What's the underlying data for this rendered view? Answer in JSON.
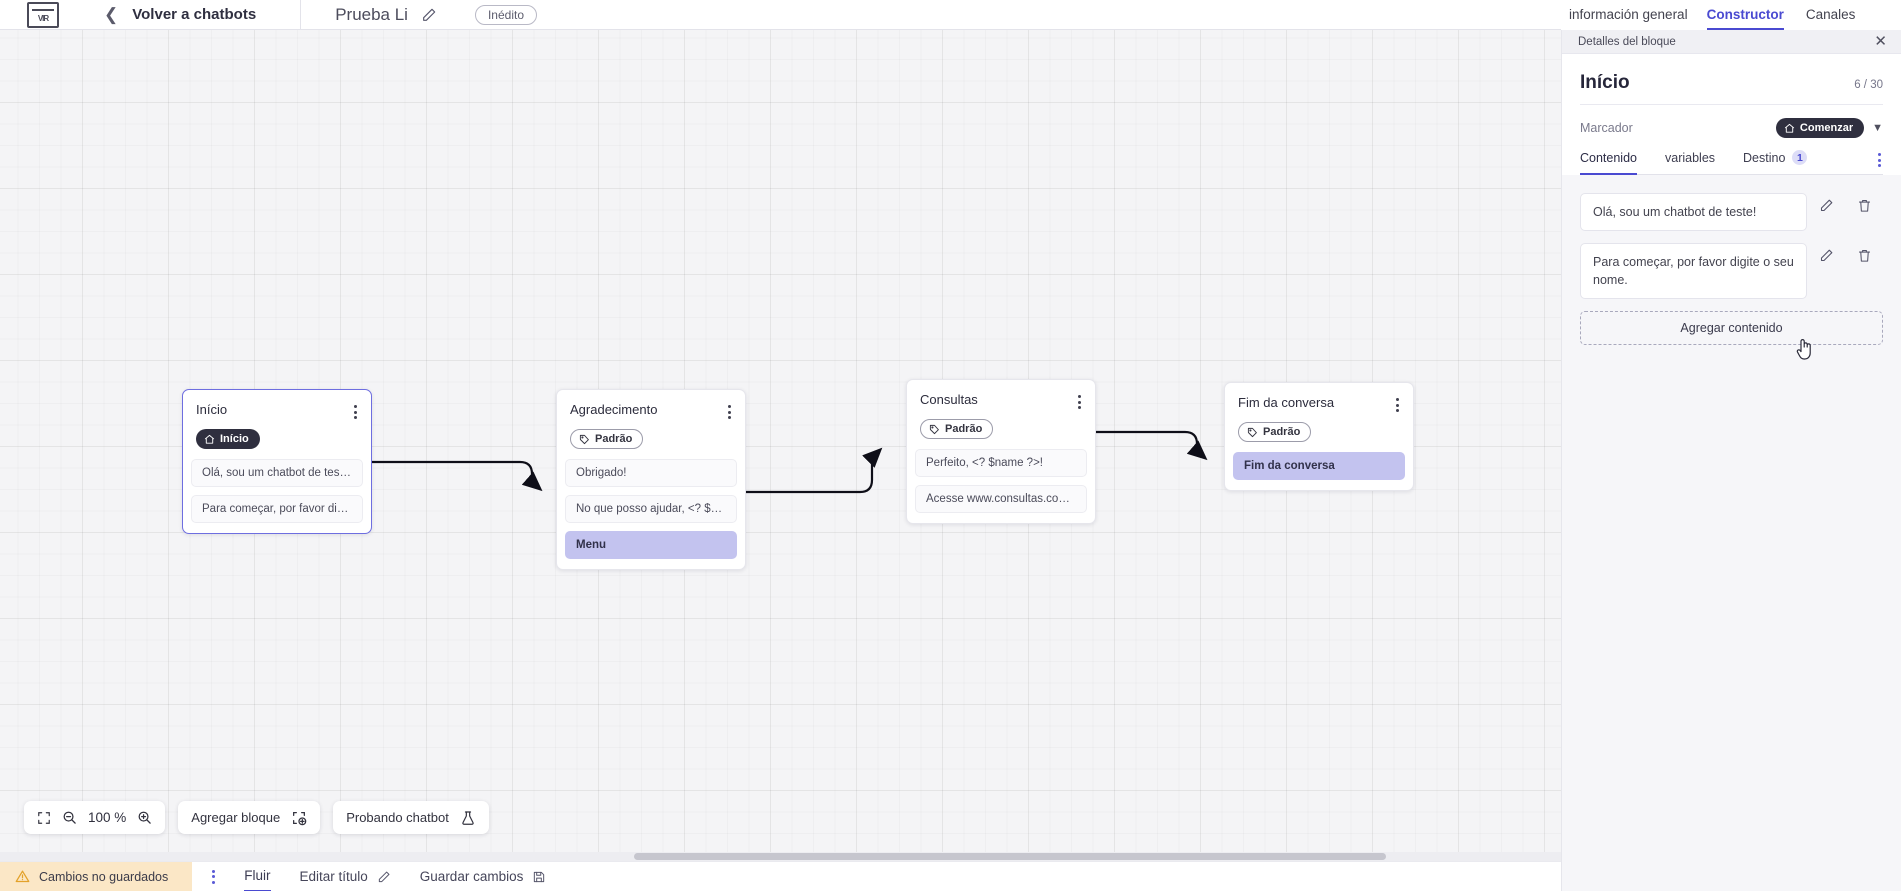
{
  "topbar": {
    "logo_name": "vir-logo",
    "back_label": "Volver a chatbots",
    "bot_name": "Prueba Li",
    "status_badge": "Inédito"
  },
  "right_tabs": [
    {
      "label": "información general",
      "active": false
    },
    {
      "label": "Constructor",
      "active": true
    },
    {
      "label": "Canales",
      "active": false
    }
  ],
  "canvas": {
    "zoom_level": "100 %",
    "add_block_label": "Agregar bloque",
    "test_chatbot_label": "Probando chatbot",
    "nodes": [
      {
        "title": "Início",
        "tag": "Início",
        "tag_type": "start",
        "selected": true,
        "messages": [
          {
            "text": "Olá, sou um chatbot de teste!",
            "highlight": false
          },
          {
            "text": "Para começar, por favor digite o ...",
            "highlight": false
          }
        ]
      },
      {
        "title": "Agradecimento",
        "tag": "Padrão",
        "tag_type": "default",
        "selected": false,
        "messages": [
          {
            "text": "Obrigado!",
            "highlight": false
          },
          {
            "text": "No que posso ajudar, <? $name ...",
            "highlight": false
          },
          {
            "text": "Menu",
            "highlight": true
          }
        ]
      },
      {
        "title": "Consultas",
        "tag": "Padrão",
        "tag_type": "default",
        "selected": false,
        "messages": [
          {
            "text": "Perfeito, <? $name ?>!",
            "highlight": false
          },
          {
            "text": "Acesse www.consultas.com par...",
            "highlight": false
          }
        ]
      },
      {
        "title": "Fim da conversa",
        "tag": "Padrão",
        "tag_type": "default",
        "selected": false,
        "messages": [
          {
            "text": "Fim da conversa",
            "highlight": true
          }
        ]
      }
    ]
  },
  "statusbar": {
    "unsaved_label": "Cambios no guardados",
    "flow_label": "Fluir",
    "edit_title_label": "Editar título",
    "save_label": "Guardar cambios"
  },
  "panel": {
    "header_title": "Detalles del bloque",
    "block_title": "Início",
    "char_count": "6 / 30",
    "marker_label": "Marcador",
    "marker_value": "Comenzar",
    "tabs": [
      {
        "label": "Contenido",
        "badge": "",
        "active": true
      },
      {
        "label": "variables",
        "badge": "",
        "active": false
      },
      {
        "label": "Destino",
        "badge": "1",
        "active": false
      }
    ],
    "contents": [
      {
        "text": "Olá, sou um chatbot de teste!"
      },
      {
        "text": "Para começar, por favor digite o seu nome."
      }
    ],
    "add_content_label": "Agregar contenido"
  },
  "colors": {
    "accent": "#4a4ad1",
    "canvas_bg": "#f4f4f6",
    "highlight_msg": "#c3c3ef",
    "warning_bg": "#fbe7c6",
    "dark_tag": "#2f2f3f"
  }
}
